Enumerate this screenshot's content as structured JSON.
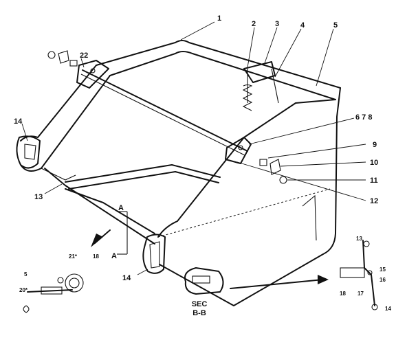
{
  "callouts": {
    "c1": "1",
    "c2": "2",
    "c3": "3",
    "c4": "4",
    "c5": "5",
    "c678": "6 7 8",
    "c9": "9",
    "c10": "10",
    "c11": "11",
    "c12": "12",
    "c13": "13",
    "c14a": "14",
    "c14b": "14",
    "c22": "22",
    "cA_top": "A",
    "cA_bot": "A",
    "d5": "5",
    "d20": "20*",
    "d21": "21*",
    "d18": "18",
    "r13": "13",
    "r14": "14",
    "r15": "15",
    "r16": "16",
    "r17": "17",
    "r18": "18"
  },
  "section": {
    "line1": "SEC",
    "line2": "B-B"
  }
}
